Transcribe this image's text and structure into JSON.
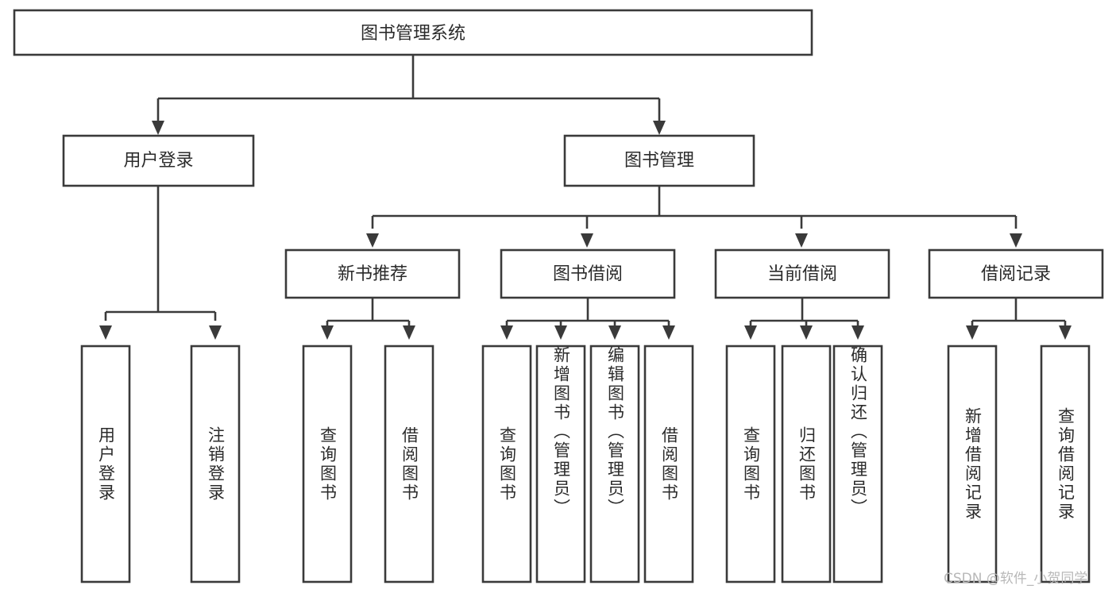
{
  "diagram": {
    "title": "图书管理系统",
    "type": "tree-hierarchy",
    "root": {
      "label": "图书管理系统"
    },
    "level2": [
      {
        "label": "用户登录"
      },
      {
        "label": "图书管理"
      }
    ],
    "level3": [
      {
        "label": "新书推荐"
      },
      {
        "label": "图书借阅"
      },
      {
        "label": "当前借阅"
      },
      {
        "label": "借阅记录"
      }
    ],
    "leaves": {
      "user_login": [
        {
          "label": "用户登录"
        },
        {
          "label": "注销登录"
        }
      ],
      "new_book_rec": [
        {
          "label": "查询图书"
        },
        {
          "label": "借阅图书"
        }
      ],
      "book_borrow": [
        {
          "label": "查询图书"
        },
        {
          "label": "新增图书（管理员）"
        },
        {
          "label": "编辑图书（管理员）"
        },
        {
          "label": "借阅图书"
        }
      ],
      "current_borrow": [
        {
          "label": "查询图书"
        },
        {
          "label": "归还图书"
        },
        {
          "label": "确认归还（管理员）"
        }
      ],
      "borrow_record": [
        {
          "label": "新增借阅记录"
        },
        {
          "label": "查询借阅记录"
        }
      ]
    }
  },
  "watermark": {
    "text": "CSDN @软件_小贺同学"
  },
  "colors": {
    "stroke": "#3a3a3a",
    "fill": "#ffffff",
    "text": "#2b2b2b",
    "watermark": "#b8b8b8"
  }
}
